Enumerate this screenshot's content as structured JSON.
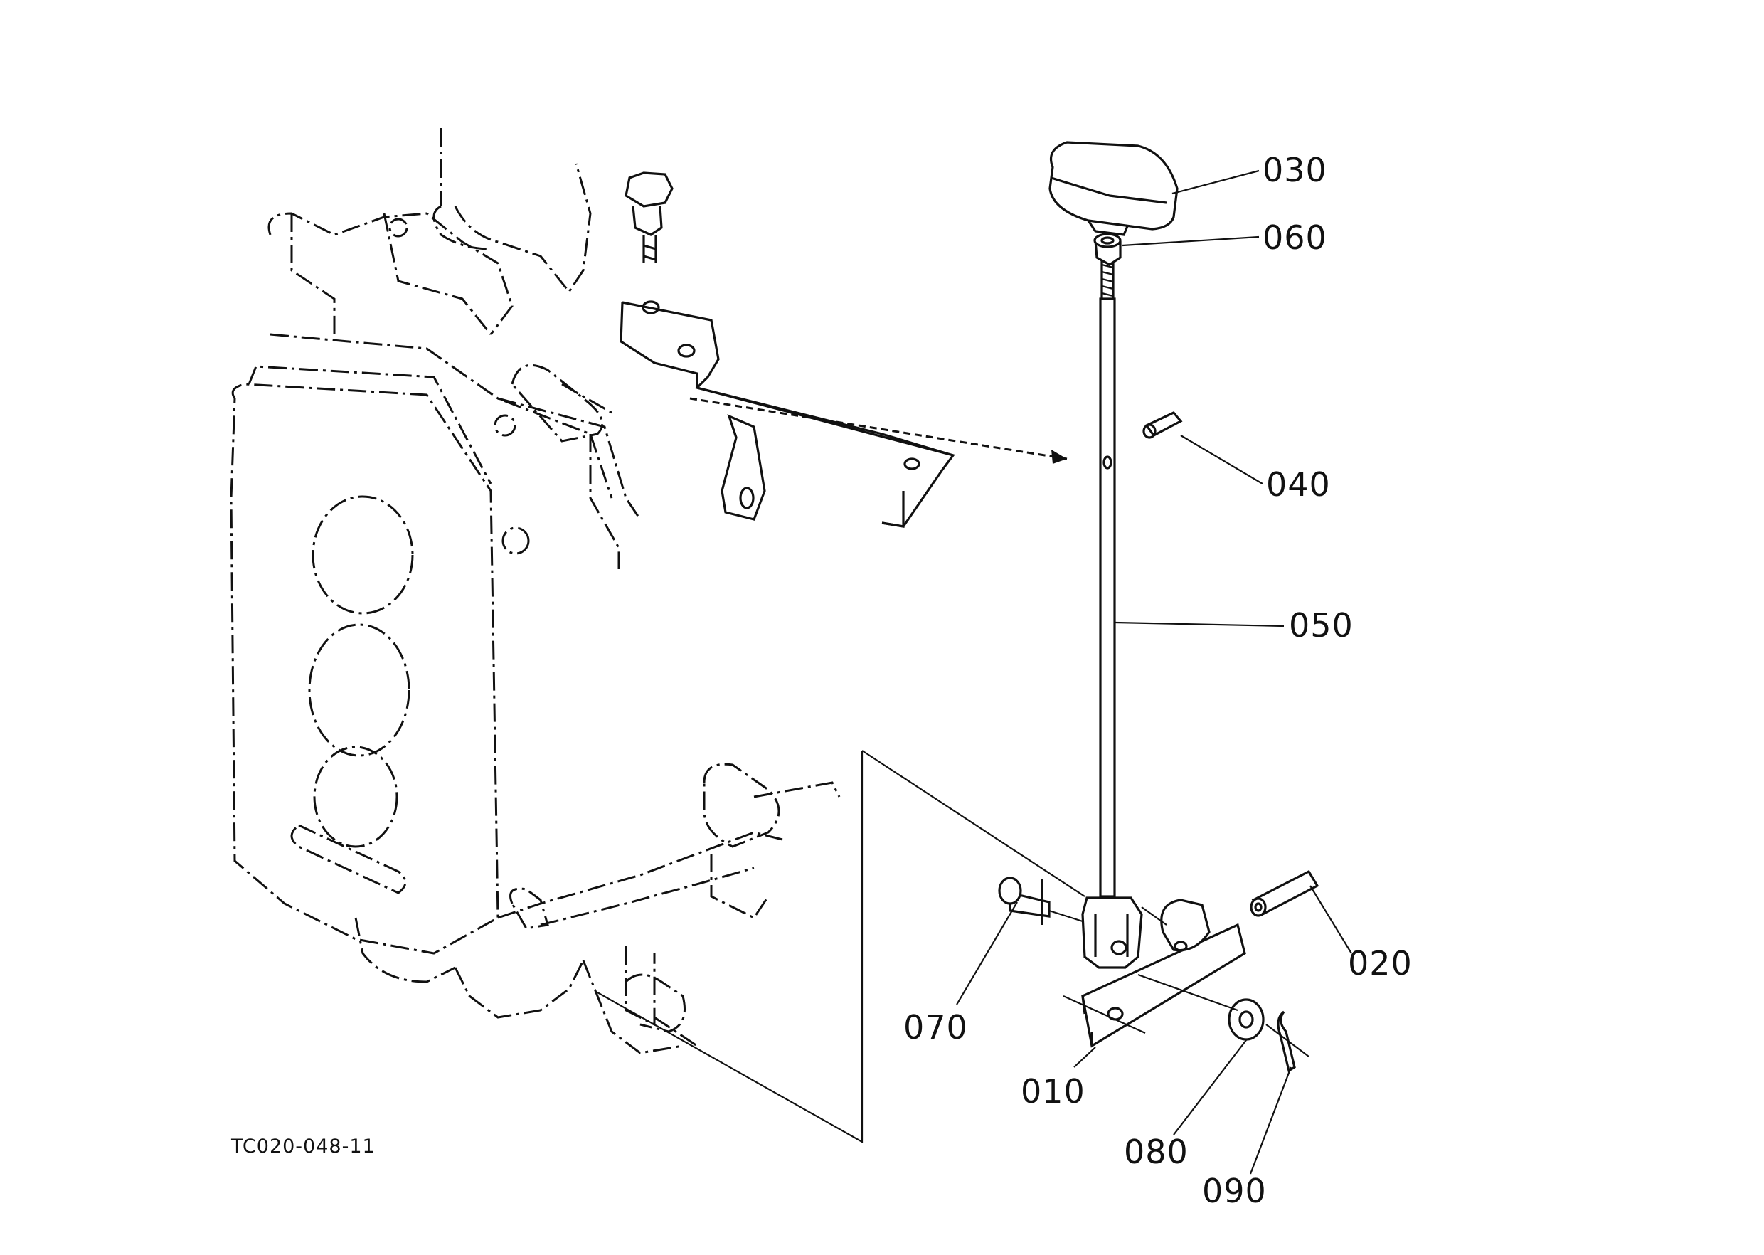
{
  "diagram_code": "TC020-048-11",
  "parts": [
    {
      "id": "p010",
      "label": "010"
    },
    {
      "id": "p020",
      "label": "020"
    },
    {
      "id": "p030",
      "label": "030"
    },
    {
      "id": "p040",
      "label": "040"
    },
    {
      "id": "p050",
      "label": "050"
    },
    {
      "id": "p060",
      "label": "060"
    },
    {
      "id": "p070",
      "label": "070"
    },
    {
      "id": "p080",
      "label": "080"
    },
    {
      "id": "p090",
      "label": "090"
    }
  ]
}
